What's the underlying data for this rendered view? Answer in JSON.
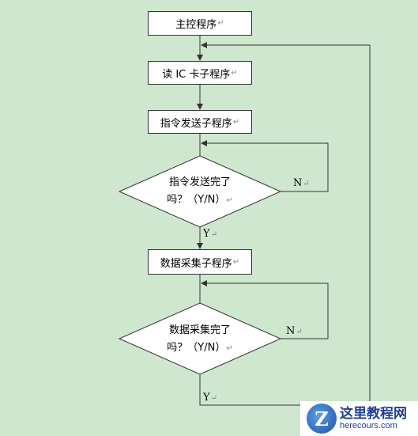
{
  "colors": {
    "background": "#cfe7cf",
    "box": "#ffffff",
    "line": "#333333",
    "logo_text": "#1f3f8f"
  },
  "nodes": {
    "main": "主控程序",
    "read_ic": "读 IC 卡子程序",
    "send_cmd": "指令发送子程序",
    "cmd_done_q_line1": "指令发送完了",
    "cmd_done_q_line2": "吗？（Y/N）",
    "acquire": "数据采集子程序",
    "acq_done_q_line1": "数据采集完了",
    "acq_done_q_line2": "吗？（Y/N）"
  },
  "branches": {
    "yes": "Y",
    "no": "N"
  },
  "paragraph_mark": "↵",
  "watermark": {
    "name": "这里教程网",
    "url": "herecours.com",
    "mark": "Z"
  }
}
